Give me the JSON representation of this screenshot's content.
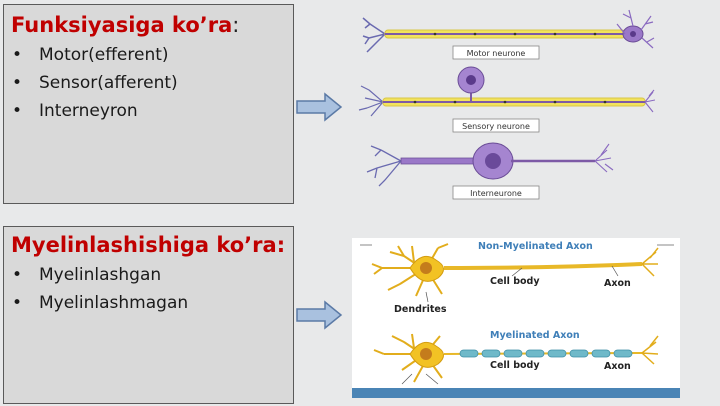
{
  "left_panels": {
    "function": {
      "heading": "Funksiyasiga ko’ra",
      "heading_suffix": ":",
      "items": [
        "Motor(efferent)",
        "Sensor(afferent)",
        "Interneyron"
      ]
    },
    "myelination": {
      "heading": "Myelinlashishiga ko’ra:",
      "items": [
        "Myelinlashgan",
        "Myelinlashmagan"
      ]
    }
  },
  "neuron_types_figure": {
    "labels": [
      "Motor neurone",
      "Sensory neurone",
      "Interneurone"
    ]
  },
  "myelin_figure": {
    "title_top": "Non-Myelinated Axon",
    "title_bottom": "Myelinated Axon",
    "cell_body": "Cell body",
    "axon": "Axon",
    "dendrites": "Dendrites"
  },
  "colors": {
    "heading_red": "#c00000",
    "arrow_fill": "#a9c1df",
    "arrow_stroke": "#5b7aa6",
    "myelin_yellow": "#f2e35c",
    "neuron_purple": "#7d5aa6",
    "cell_orange": "#f2c224"
  }
}
